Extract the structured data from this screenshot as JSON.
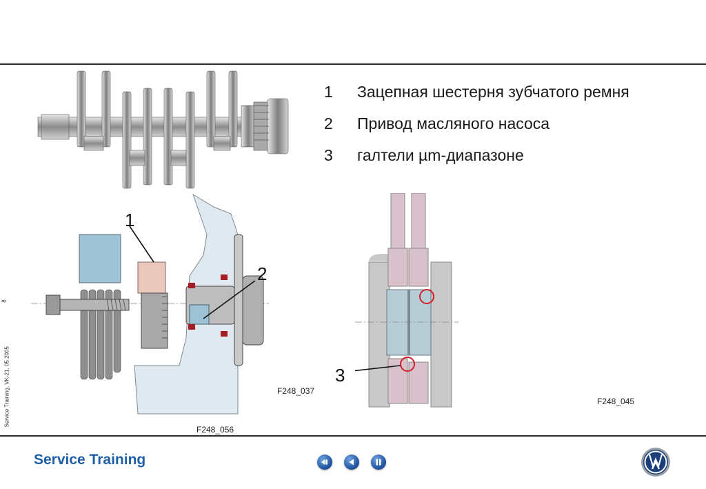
{
  "legend": [
    {
      "num": "1",
      "text": "Зацепная шестерня зубчатого ремня"
    },
    {
      "num": "2",
      "text": "Привод масляного насоса"
    },
    {
      "num": "3",
      "text": "галтели µm-диапазоне"
    }
  ],
  "figures": {
    "crankshaft_drive": "F248_056",
    "oil_pump_drive": "F248_037",
    "fillet_detail": "F248_045"
  },
  "callouts": {
    "c1": "1",
    "c2": "2",
    "c3": "3"
  },
  "side": {
    "text": "Service Training, VK-21, 05.2005",
    "page": "8"
  },
  "footer": {
    "brand": "Service Training"
  },
  "nav": {
    "icons": [
      "home-icon",
      "back-icon",
      "pause-icon"
    ]
  },
  "colors": {
    "accent": "#1f5fa8",
    "metal": "#9a9a9a",
    "highlight_pink": "#d9b6c4",
    "highlight_blue": "#9fc3d6",
    "marker_red": "#d0202a"
  }
}
